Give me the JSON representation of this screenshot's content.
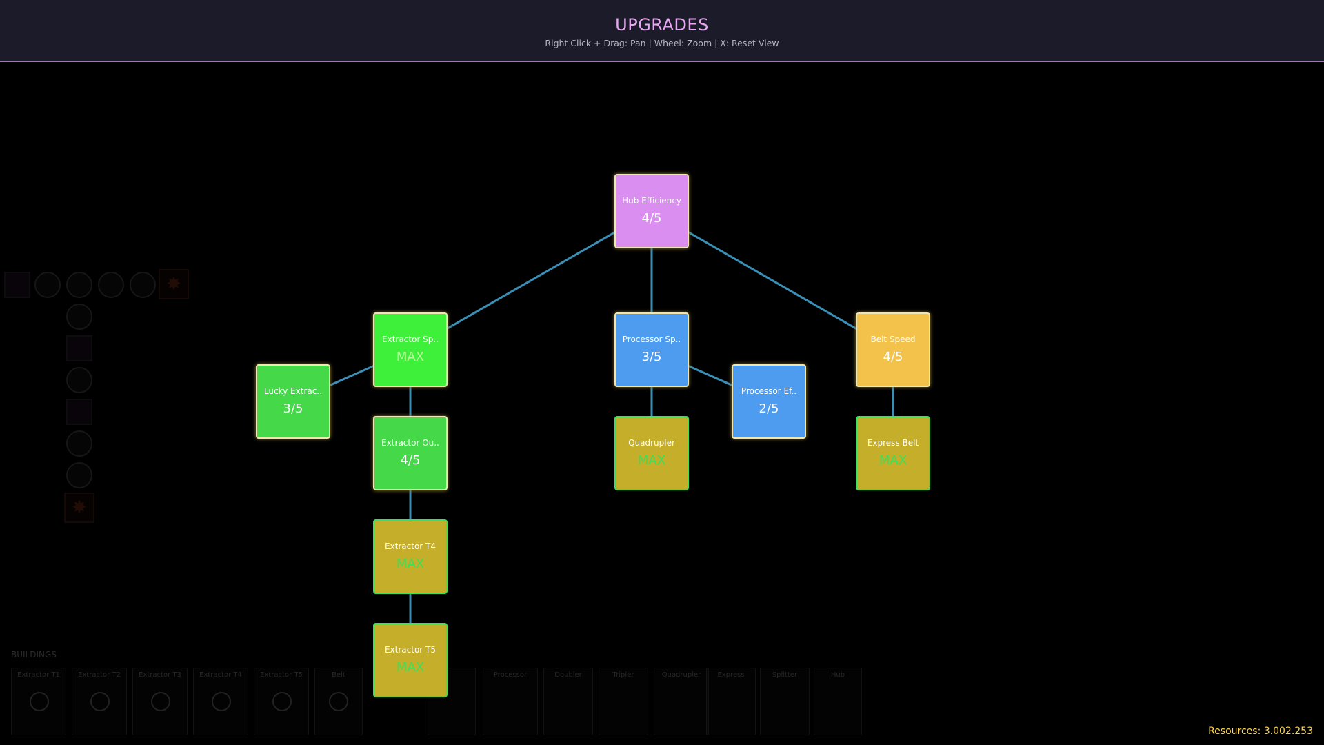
{
  "header": {
    "title": "UPGRADES",
    "hint": "Right Click + Drag: Pan | Wheel: Zoom | X: Reset View"
  },
  "background_ui": {
    "bar_label": "BUILDINGS",
    "slots": [
      "Extractor T1",
      "Extractor T2",
      "Extractor T3",
      "Extractor T4",
      "Extractor T5",
      "Belt",
      "",
      "",
      "Processor",
      "Doubler",
      "Tripler",
      "Quadrupler",
      "Express",
      "Splitter",
      "Hub"
    ]
  },
  "colors": {
    "header_title": "#e9a6f2",
    "link": "#3a8fb7",
    "hub": "#d98ef0",
    "extractor": "#45d94a",
    "extractor_bright": "#3ef03a",
    "processor": "#4e9cf0",
    "belt": "#f2c24a",
    "maxed": "#c4ae2a",
    "resources": "#ffd84d"
  },
  "nodes": [
    {
      "id": "hub",
      "name": "Hub Efficiency",
      "level": "4/5"
    },
    {
      "id": "extractor_speed",
      "name": "Extractor Sp..",
      "level": "MAX"
    },
    {
      "id": "lucky_extractor",
      "name": "Lucky Extrac..",
      "level": "3/5"
    },
    {
      "id": "extractor_output",
      "name": "Extractor Ou..",
      "level": "4/5"
    },
    {
      "id": "extractor_t4",
      "name": "Extractor T4",
      "level": "MAX"
    },
    {
      "id": "extractor_t5",
      "name": "Extractor T5",
      "level": "MAX"
    },
    {
      "id": "processor_speed",
      "name": "Processor Sp..",
      "level": "3/5"
    },
    {
      "id": "processor_efficiency",
      "name": "Processor Ef..",
      "level": "2/5"
    },
    {
      "id": "quadrupler",
      "name": "Quadrupler",
      "level": "MAX"
    },
    {
      "id": "belt_speed",
      "name": "Belt Speed",
      "level": "4/5"
    },
    {
      "id": "express_belt",
      "name": "Express Belt",
      "level": "MAX"
    }
  ],
  "resources": "Resources: 3.002.253"
}
